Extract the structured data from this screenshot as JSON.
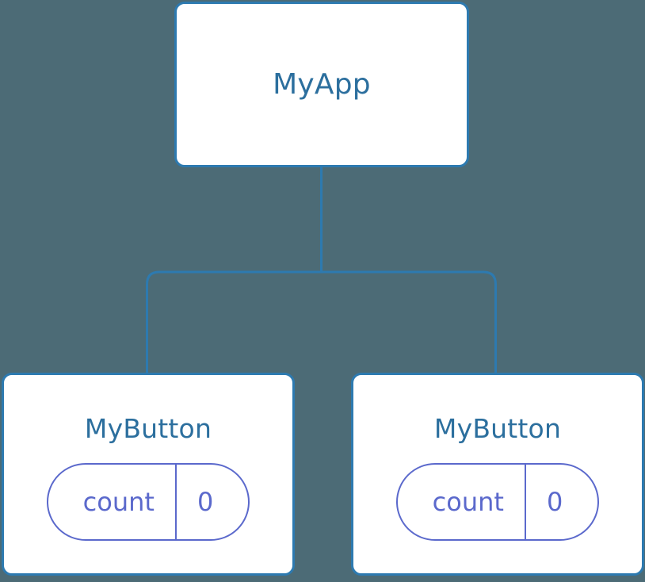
{
  "diagram": {
    "title": "component-tree",
    "background_color": "#4c6b76",
    "node_fill": "#ffffff",
    "node_border_color": "#2d7ab0",
    "node_label_color": "#2c6f9e",
    "state_color": "#5b69cc",
    "edge_color": "#2d7ab0"
  },
  "nodes": {
    "root": {
      "label": "MyApp"
    },
    "child_left": {
      "label": "MyButton",
      "state": {
        "key": "count",
        "value": "0"
      }
    },
    "child_right": {
      "label": "MyButton",
      "state": {
        "key": "count",
        "value": "0"
      }
    }
  },
  "edges": [
    {
      "from": "root",
      "to": "child_left"
    },
    {
      "from": "root",
      "to": "child_right"
    }
  ]
}
